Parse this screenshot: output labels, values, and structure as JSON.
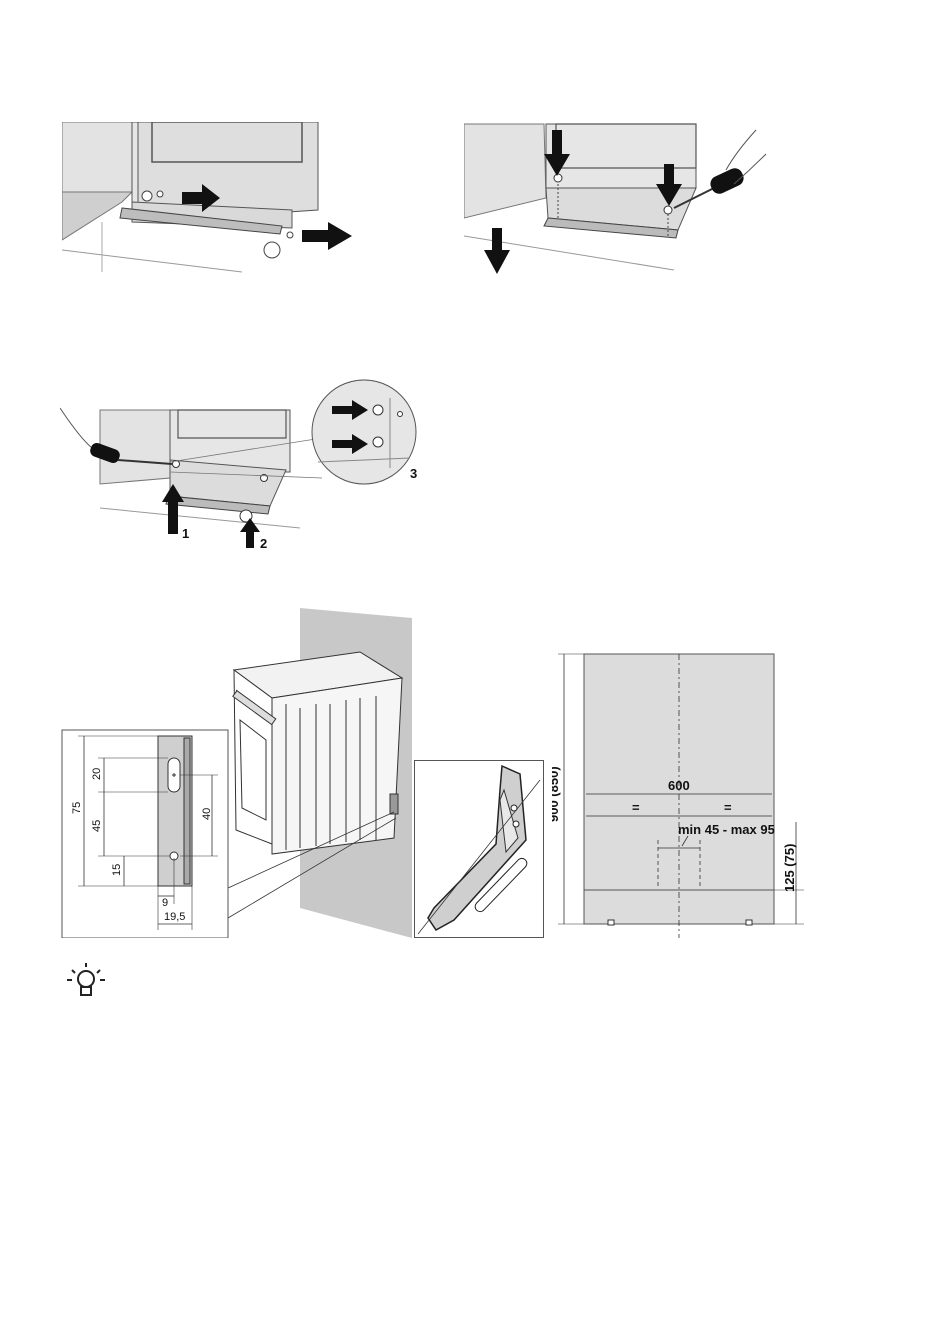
{
  "figure3": {
    "callouts": [
      "1",
      "2",
      "3"
    ]
  },
  "bracket_dims": {
    "d20": "20",
    "d40": "40",
    "d75": "75",
    "d45": "45",
    "d15": "15",
    "d9": "9",
    "d19_5": "19,5"
  },
  "cabinet_dims": {
    "height": "900 (850)",
    "width": "600",
    "equal_left": "=",
    "equal_right": "=",
    "spacing": "min 45 - max 95",
    "mount_height": "125 (75)"
  },
  "tip_icon": "lightbulb-icon",
  "colors": {
    "panel": "#e2e2e2",
    "panel_dark": "#cfcfcf",
    "wall": "#c8c8c8",
    "line": "#333333",
    "arrow": "#111111"
  }
}
